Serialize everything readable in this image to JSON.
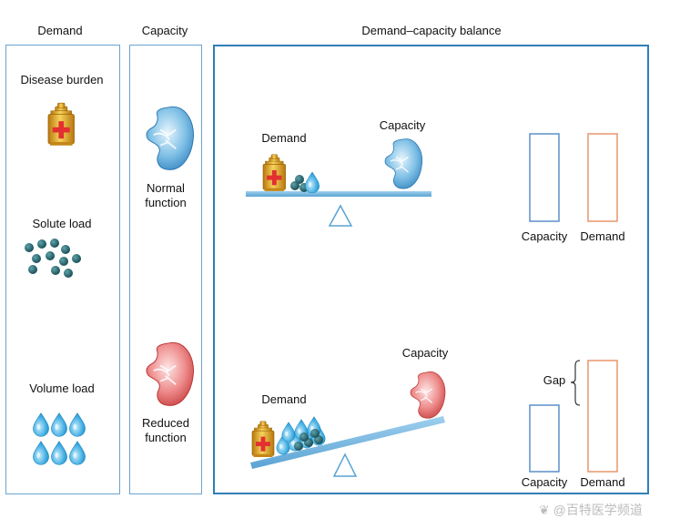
{
  "headers": {
    "demand": "Demand",
    "capacity": "Capacity",
    "balance": "Demand–capacity balance"
  },
  "demand_panel": {
    "disease_burden": "Disease burden",
    "solute_load": "Solute load",
    "volume_load": "Volume load"
  },
  "capacity_panel": {
    "normal_line1": "Normal",
    "normal_line2": "function",
    "reduced_line1": "Reduced",
    "reduced_line2": "function"
  },
  "balance_panel": {
    "top": {
      "demand_label": "Demand",
      "capacity_label": "Capacity",
      "bar_capacity_label": "Capacity",
      "bar_demand_label": "Demand"
    },
    "bottom": {
      "demand_label": "Demand",
      "capacity_label": "Capacity",
      "gap_label": "Gap",
      "bar_capacity_label": "Capacity",
      "bar_demand_label": "Demand"
    }
  },
  "colors": {
    "panel_border": "#6aa3cf",
    "panel_border_dark": "#2f7fb6",
    "capacity_bar": "#5b8fc9",
    "demand_bar": "#e8956c",
    "kidney_normal": "#3d93c9",
    "kidney_reduced": "#d84a4a",
    "beam": "#7db8df",
    "water": "#2fa0d8",
    "solute": "#1e5f6a",
    "weight_gold": "#e0a126",
    "cross": "#e23030"
  },
  "watermark": "❦ @百特医学频道"
}
